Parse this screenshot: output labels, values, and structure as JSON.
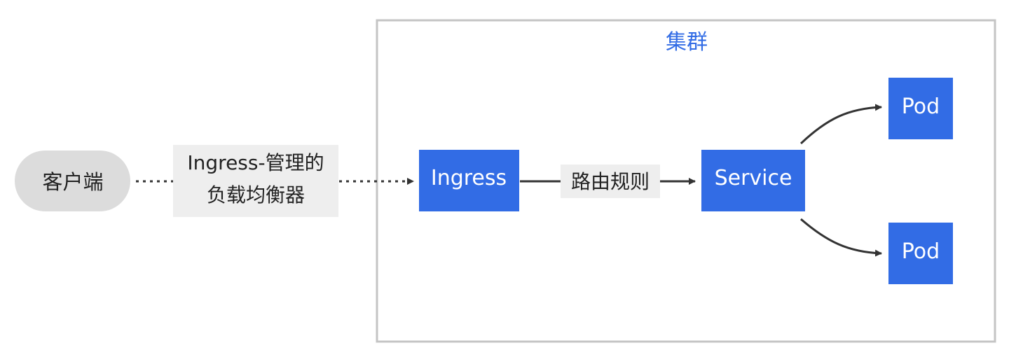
{
  "cluster": {
    "title": "集群"
  },
  "nodes": {
    "client": "客户端",
    "ingress": "Ingress",
    "service": "Service",
    "pod_top": "Pod",
    "pod_bottom": "Pod"
  },
  "edges": {
    "client_to_ingress": {
      "line1": "Ingress-管理的",
      "line2": "负载均衡器"
    },
    "ingress_to_service": "路由规则"
  },
  "colors": {
    "node_fill": "#326ce5",
    "node_text": "#ffffff",
    "cluster_border": "#c4c4c4",
    "cluster_title": "#326ce5",
    "client_fill": "#dcdcdc",
    "edge": "#333333",
    "edge_label_bg": "#eeeeee",
    "text": "#222222"
  }
}
